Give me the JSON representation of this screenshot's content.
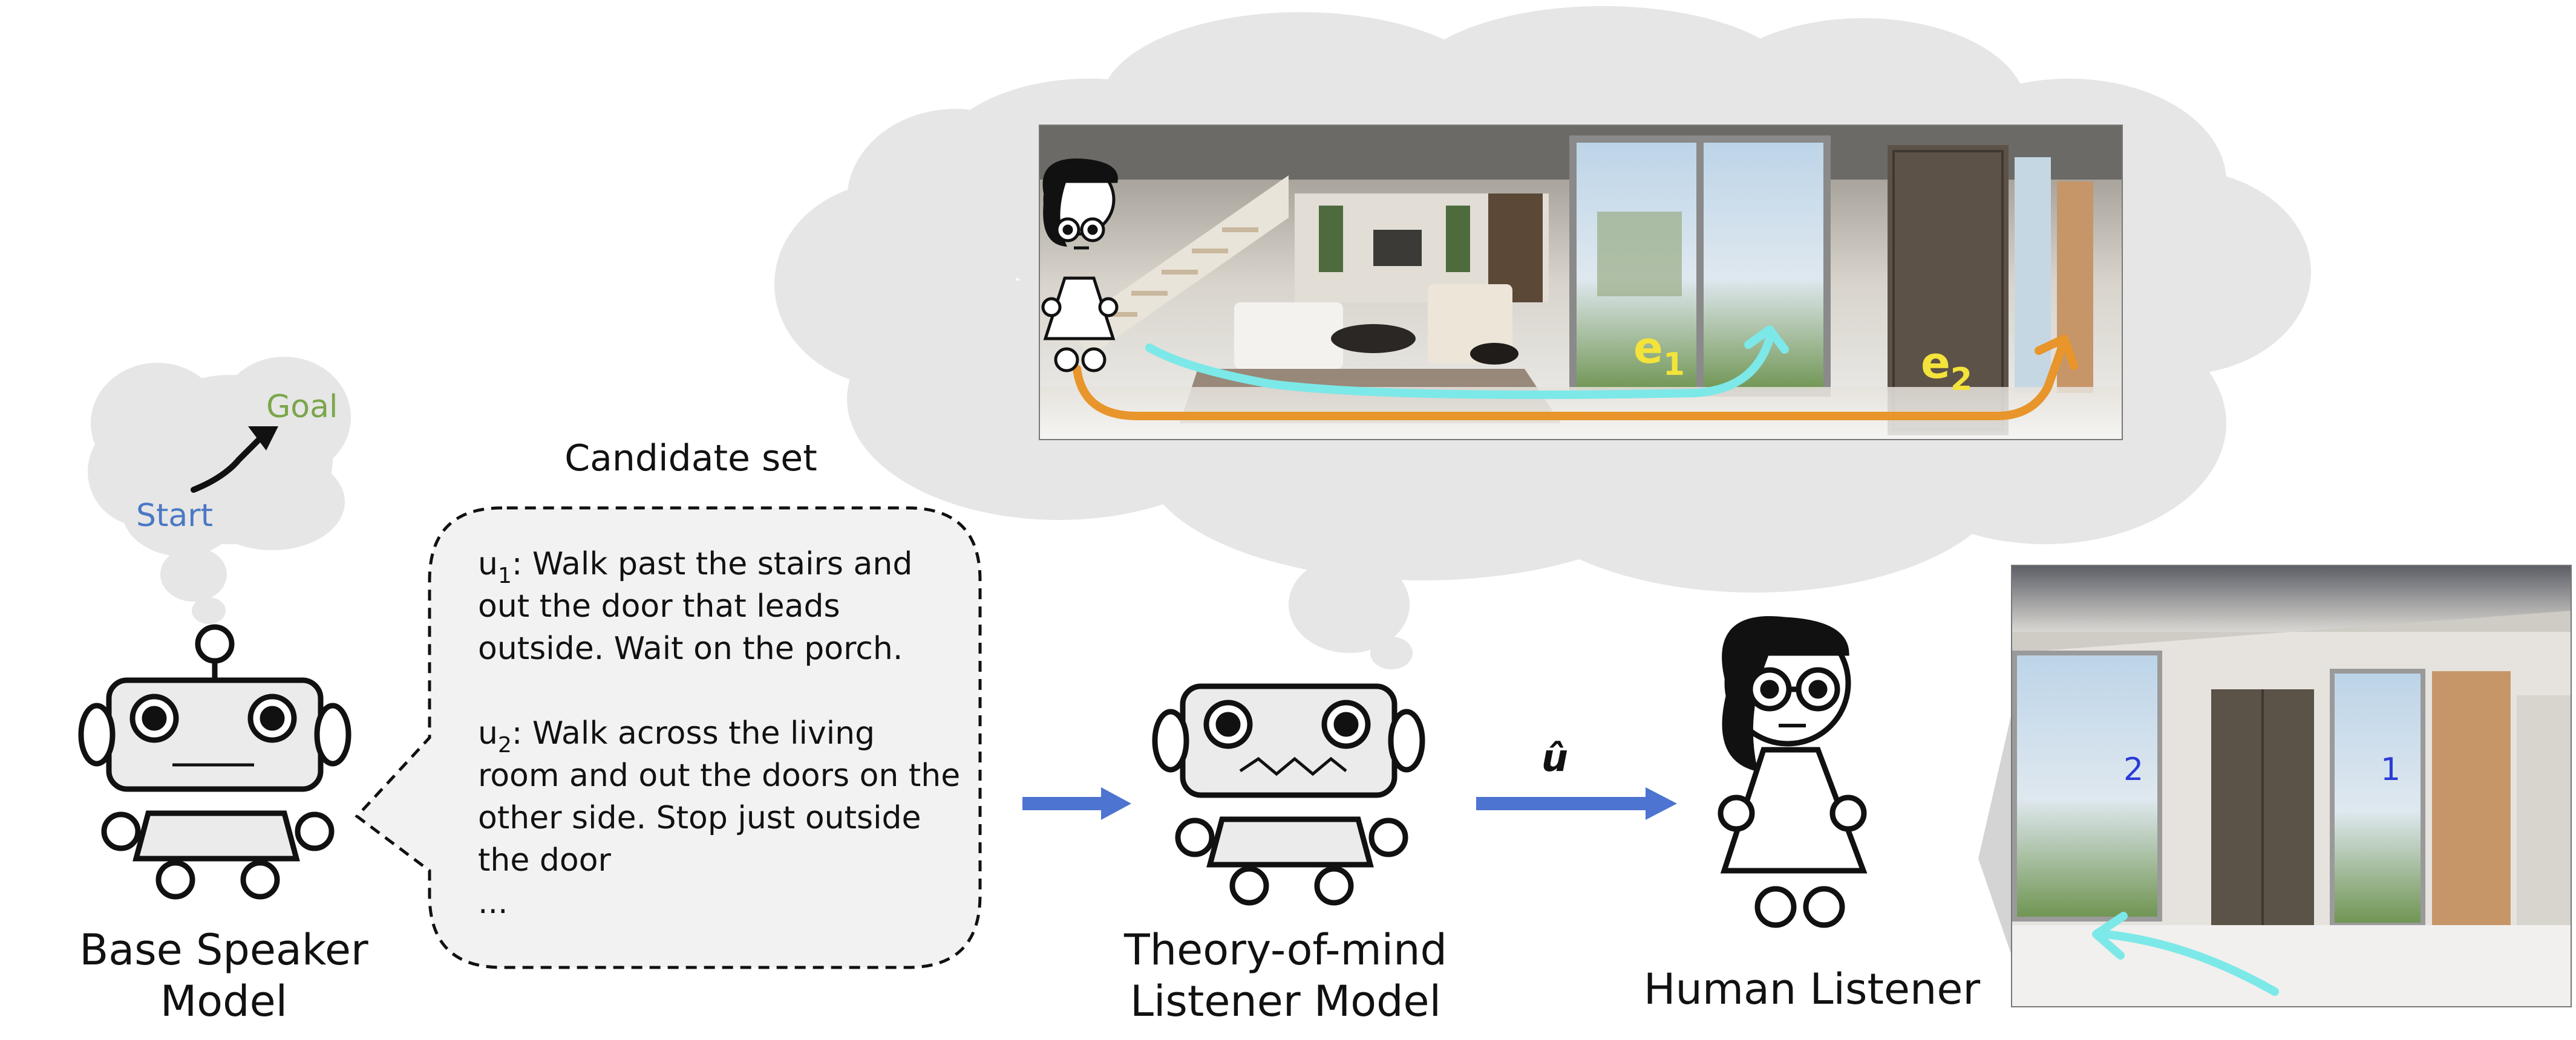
{
  "thought_bubble": {
    "goal_label": "Goal",
    "start_label": "Start",
    "goal_color": "#7aa64a",
    "start_color": "#4a78c4"
  },
  "base_speaker": {
    "label_line1": "Base Speaker",
    "label_line2": "Model"
  },
  "candidate_set": {
    "title": "Candidate set",
    "u1": {
      "symbol": "u",
      "subscript": "1",
      "lines": [
        ": Walk past the stairs and",
        "out the door that leads",
        "outside. Wait on the porch."
      ]
    },
    "u2": {
      "symbol": "u",
      "subscript": "2",
      "lines": [
        ": Walk across the living",
        "room and out the doors on the",
        "other side. Stop just outside",
        "the door"
      ]
    },
    "ellipsis": "..."
  },
  "panorama": {
    "e1_symbol": "e",
    "e1_sub": "1",
    "e2_symbol": "e",
    "e2_sub": "2",
    "e1_color": "#7de8e8",
    "e2_color": "#e8952b",
    "label_color": "#f3e33b"
  },
  "tom_listener": {
    "label_line1": "Theory-of-mind",
    "label_line2": "Listener Model"
  },
  "selected_utterance": "û",
  "human_listener": {
    "label": "Human Listener"
  },
  "view_photo": {
    "marker_left": "2",
    "marker_right": "1",
    "marker_color": "#2a3ad8",
    "arrow_color": "#7de8e8"
  },
  "colors": {
    "cloud": "#e6e6e6",
    "flow_arrow": "#4d74d0",
    "robot_fill": "#ebebeb",
    "stroke": "#111111"
  }
}
